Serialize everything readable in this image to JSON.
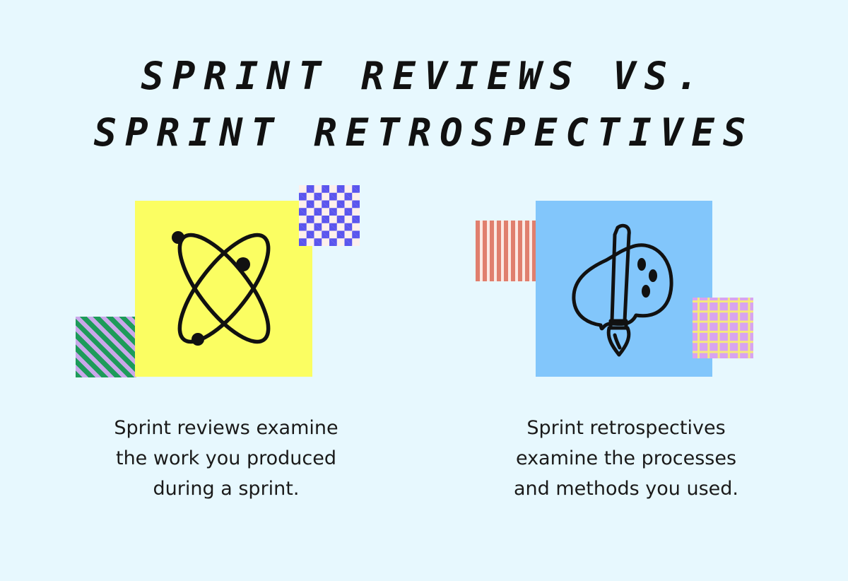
{
  "title": {
    "line1": "SPRINT REVIEWS VS.",
    "line2": "SPRINT RETROSPECTIVES"
  },
  "left_panel": {
    "icon": "atom-icon",
    "card_color": "#fbfe62",
    "caption_lines": [
      "Sprint reviews examine",
      "the work you produced",
      "during a sprint."
    ]
  },
  "right_panel": {
    "icon": "paint-palette-icon",
    "card_color": "#82c6fb",
    "caption_lines": [
      "Sprint retrospectives",
      "examine the processes",
      "and methods you used."
    ]
  },
  "colors": {
    "background": "#e7f8fe",
    "checker": "#5a55ee",
    "diagonal_green": "#1d9b5a",
    "diagonal_lilac": "#caa7ea",
    "stripe_coral": "#e07f6e",
    "grid_purple": "#d8a4f0",
    "grid_yellow": "#f6ea7c"
  }
}
